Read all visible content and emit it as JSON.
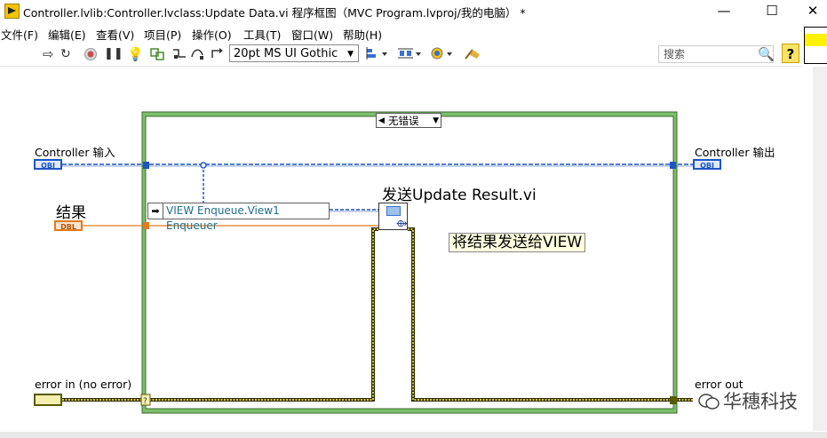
{
  "window": {
    "title": "Controller.lvlib:Controller.lvclass:Update Data.vi 程序框图（MVC Program.lvproj/我的电脑）  *",
    "minimize": "—",
    "maximize": "☐",
    "close": "✕"
  },
  "menu": [
    "文件(F)",
    "编辑(E)",
    "查看(V)",
    "项目(P)",
    "操作(O)",
    "工具(T)",
    "窗口(W)",
    "帮助(H)"
  ],
  "toolbar": {
    "font": "20pt MS UI Gothic",
    "search_placeholder": "搜索",
    "help": "?"
  },
  "diagram": {
    "case_selector": "无错误",
    "controller_in_label": "Controller 输入",
    "controller_out_label": "Controller 输出",
    "result_label": "结果",
    "error_in_label": "error in (no error)",
    "error_out_label": "error out",
    "obj_tag": "OBJ",
    "dbl_tag": "DBL",
    "property_node": "VIEW Enqueue.View1 Enqueuer",
    "subvi_label": "发送Update Result.vi",
    "comment": "将结果发送给VIEW",
    "watermark": "华穗科技"
  },
  "colors": {
    "wire_blue": "#1d55c4",
    "wire_orange": "#e07b1e",
    "wire_error": "#5a5a00",
    "case_border": "#7bbf6a"
  }
}
